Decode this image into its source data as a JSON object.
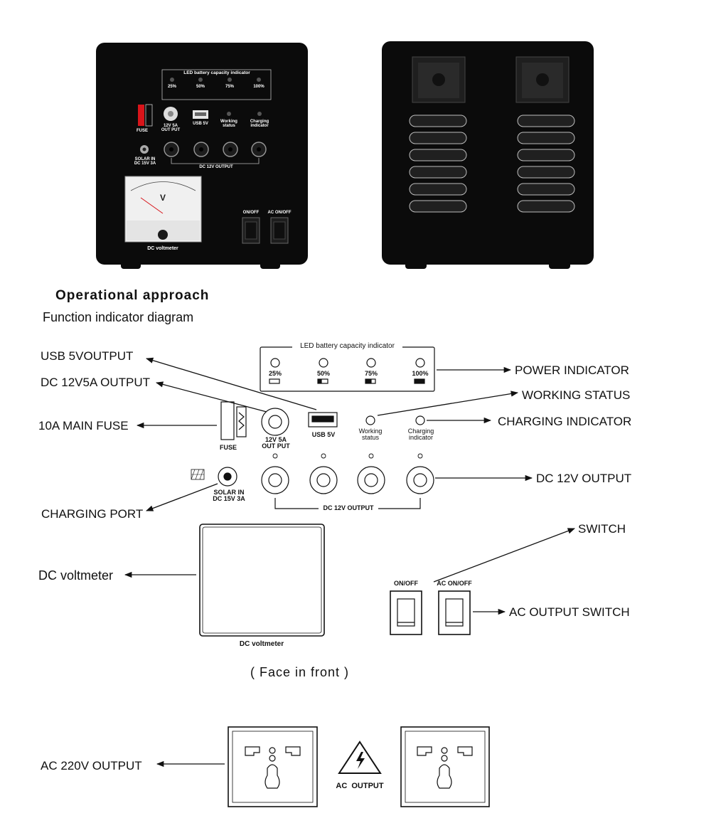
{
  "header": {
    "title": "Operational approach",
    "subtitle": "Function indicator diagram"
  },
  "photo_front": {
    "led_title": "LED battery capacity indicator",
    "led_levels": [
      "25%",
      "50%",
      "75%",
      "100%"
    ],
    "fuse": "FUSE",
    "dc_5a": "12V 5A\nOUT PUT",
    "usb": "USB 5V",
    "working": "Working\nstatus",
    "charging": "Charging\nindicator",
    "solar": "SOLAR IN\nDC 15V 3A",
    "dc12": "DC 12V OUTPUT",
    "meter_symbol": "V",
    "meter_label": "DC voltmeter",
    "onoff": "ON/OFF",
    "ac_onoff": "AC ON/OFF"
  },
  "diagram": {
    "led_title": "LED battery capacity indicator",
    "led_levels": [
      "25%",
      "50%",
      "75%",
      "100%"
    ],
    "fuse": "FUSE",
    "dc_5a": "12V 5A\nOUT PUT",
    "usb": "USB 5V",
    "working": "Working\nstatus",
    "charging": "Charging\nindicator",
    "solar": "SOLAR IN\nDC 15V 3A",
    "dc12_bracket": "DC 12V OUTPUT",
    "voltmeter_caption": "DC voltmeter",
    "onoff": "ON/OFF",
    "ac_onoff": "AC ON/OFF",
    "ac_output": "AC  OUTPUT",
    "face_caption": "( Face in front )"
  },
  "callouts": {
    "usb_5v_output": "USB 5VOUTPUT",
    "dc_12v5a_output": "DC 12V5A OUTPUT",
    "main_fuse": "10A MAIN FUSE",
    "charging_port": "CHARGING PORT",
    "dc_voltmeter": "DC voltmeter",
    "power_indicator": "POWER INDICATOR",
    "working_status": "WORKING STATUS",
    "charging_indicator": "CHARGING INDICATOR",
    "dc_12v_output": "DC 12V OUTPUT",
    "switch": "SWITCH",
    "ac_output_switch": "AC OUTPUT SWITCH",
    "ac_220v_output": "AC 220V OUTPUT"
  },
  "colors": {
    "panel": "#0b0b0b",
    "fuse_red": "#d8141a",
    "line": "#111111"
  }
}
